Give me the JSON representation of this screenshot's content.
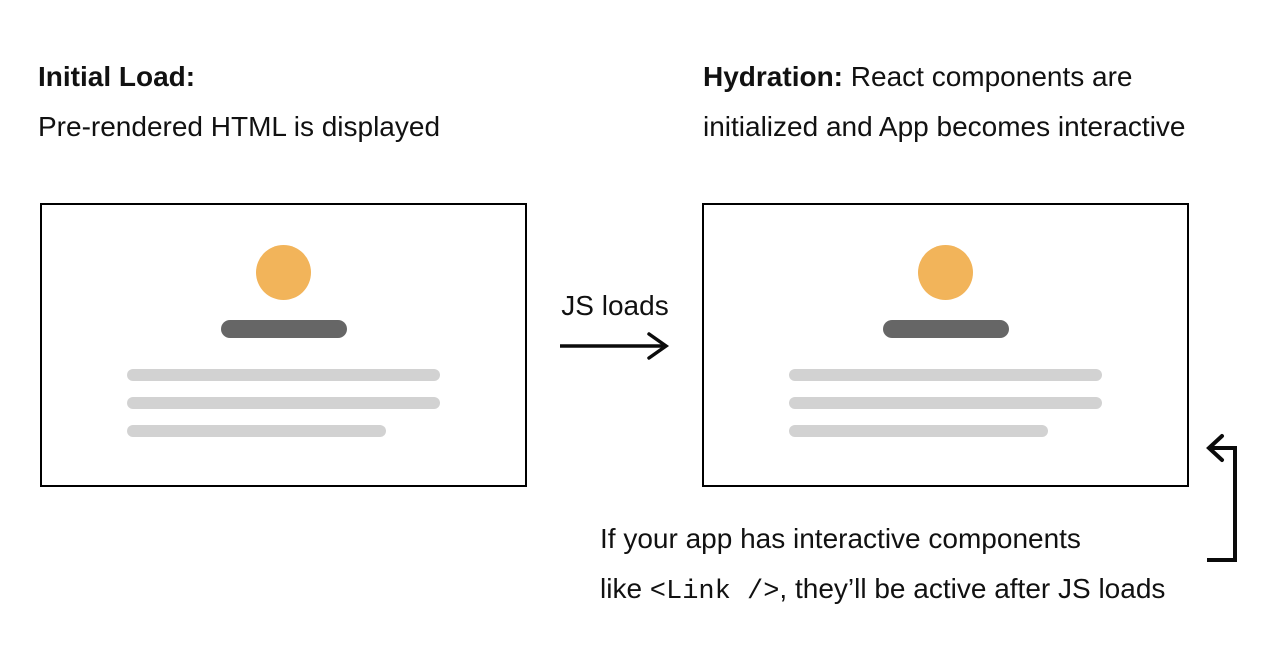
{
  "colors": {
    "accent_orange": "#F2B45A",
    "dark_gray": "#666666",
    "light_gray": "#D2D2D2",
    "text": "#111111",
    "border": "#000000"
  },
  "captions": {
    "initial_load": {
      "title": "Initial Load:",
      "subtitle": "Pre-rendered HTML is displayed"
    },
    "hydration": {
      "title": "Hydration:",
      "line1_rest": " React components are",
      "line2": "initialized and App becomes interactive"
    }
  },
  "transition": {
    "label": "JS loads"
  },
  "footnote": {
    "line1": "If your app has interactive components",
    "line2_pre": "like ",
    "line2_code": "<Link />",
    "line2_post": ", they’ll be active after JS loads"
  },
  "icons": {
    "js_arrow": "right-arrow-icon",
    "loopback_arrow": "loop-back-arrow-icon",
    "avatar": "avatar-circle-placeholder",
    "title_bar": "heading-placeholder-bar",
    "text_line": "text-placeholder-line"
  }
}
